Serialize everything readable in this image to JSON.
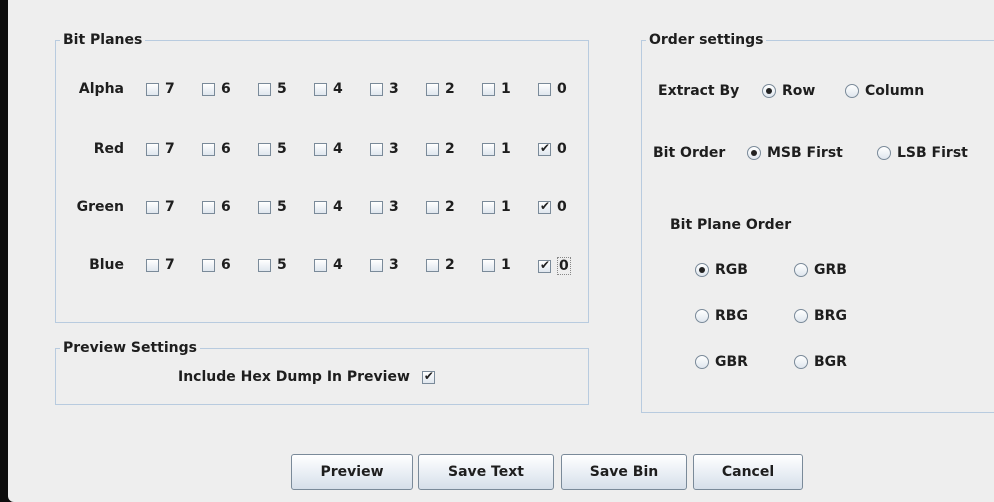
{
  "bit_planes": {
    "title": "Bit Planes",
    "bit_labels": [
      "7",
      "6",
      "5",
      "4",
      "3",
      "2",
      "1",
      "0"
    ],
    "channels": [
      {
        "label": "Alpha",
        "checked": [
          false,
          false,
          false,
          false,
          false,
          false,
          false,
          false
        ]
      },
      {
        "label": "Red",
        "checked": [
          false,
          false,
          false,
          false,
          false,
          false,
          false,
          true
        ]
      },
      {
        "label": "Green",
        "checked": [
          false,
          false,
          false,
          false,
          false,
          false,
          false,
          true
        ]
      },
      {
        "label": "Blue",
        "checked": [
          false,
          false,
          false,
          false,
          false,
          false,
          false,
          true
        ]
      }
    ]
  },
  "preview_settings": {
    "title": "Preview Settings",
    "hex_dump_label": "Include Hex Dump In Preview",
    "hex_dump_checked": true
  },
  "order_settings": {
    "title": "Order settings",
    "extract_by_label": "Extract By",
    "extract_options": [
      "Row",
      "Column"
    ],
    "extract_selected": "Row",
    "bit_order_label": "Bit Order",
    "bit_order_options": [
      "MSB First",
      "LSB First"
    ],
    "bit_order_selected": "MSB First",
    "plane_order_label": "Bit Plane Order",
    "plane_order_options": [
      "RGB",
      "GRB",
      "RBG",
      "BRG",
      "GBR",
      "BGR"
    ],
    "plane_order_selected": "RGB"
  },
  "buttons": {
    "preview": "Preview",
    "save_text": "Save Text",
    "save_bin": "Save Bin",
    "cancel": "Cancel"
  }
}
